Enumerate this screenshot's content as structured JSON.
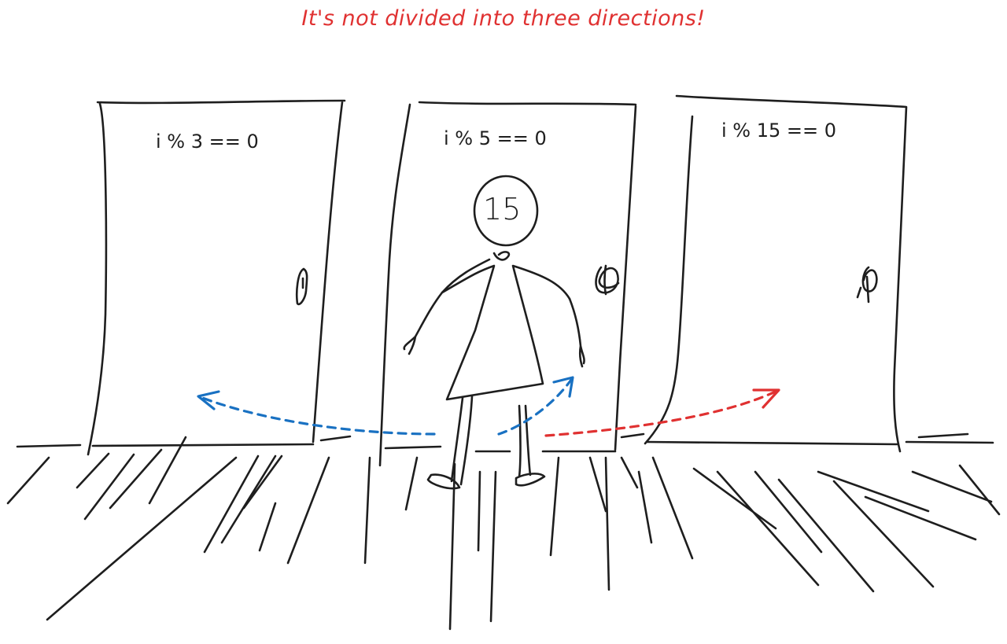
{
  "title": "It's not divided into three directions!",
  "doors": [
    {
      "label": "i % 3 == 0"
    },
    {
      "label": "i % 5 == 0"
    },
    {
      "label": "i % 15 == 0"
    }
  ],
  "person": {
    "head_label": "15"
  },
  "colors": {
    "title": "#e03131",
    "ink": "#1e1e1e",
    "blue_arrow": "#1971c2",
    "red_arrow": "#e03131",
    "background": "#ffffff"
  }
}
